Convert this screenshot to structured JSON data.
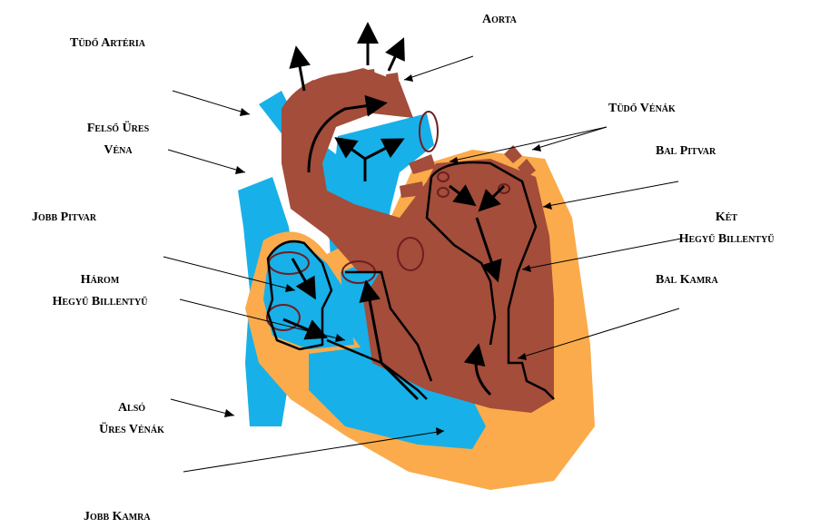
{
  "diagram": {
    "colors": {
      "blue": "#18b0e8",
      "orange": "#fbab4b",
      "brown": "#a34d3a",
      "outline": "#6e1e20",
      "arrow": "#000000"
    },
    "labels": {
      "tudo_arteria": "Tüdő Artéria",
      "aorta": "Aorta",
      "felso_ures_vena_1": "Felső Üres",
      "felso_ures_vena_2": "Véna",
      "tudo_venak": "Tüdő Vénák",
      "bal_pitvar": "Bal Pitvar",
      "jobb_pitvar": "Jobb Pitvar",
      "ket_hegyu_1": "Két",
      "ket_hegyu_2": "Hegyű Billentyű",
      "harom_hegyu_1": "Három",
      "harom_hegyu_2": "Hegyű Billentyű",
      "bal_kamra": "Bal Kamra",
      "also_ures_1": "Alsó",
      "also_ures_2": "Üres Vénák",
      "jobb_kamra": "Jobb Kamra"
    }
  }
}
